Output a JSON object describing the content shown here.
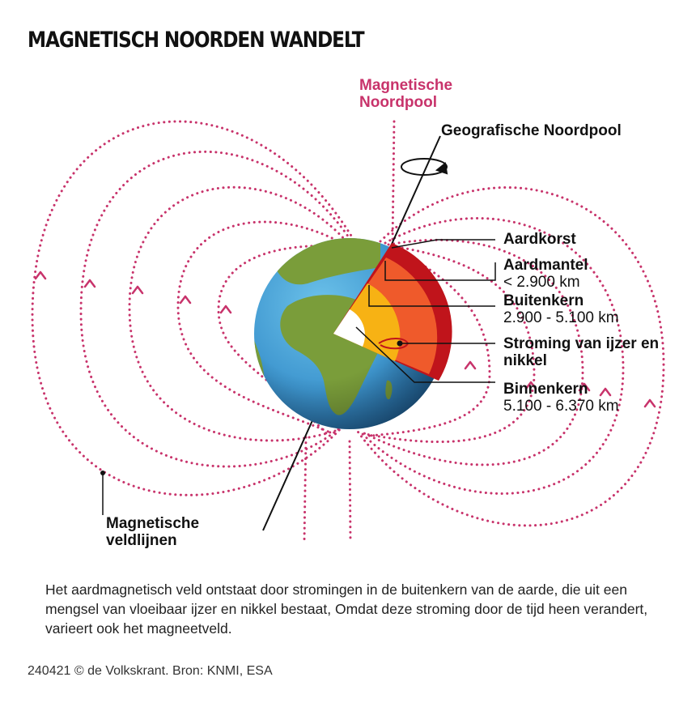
{
  "title": "MAGNETISCH NOORDEN WANDELT",
  "labels": {
    "magnetic_north": [
      "Magnetische",
      "Noordpool"
    ],
    "geographic_north": "Geografische Noordpool",
    "crust": "Aardkorst",
    "mantle": "Aardmantel",
    "mantle_depth": "< 2.900 km",
    "outer_core": "Buitenkern",
    "outer_core_depth": "2.900 - 5.100 km",
    "flow": [
      "Stroming van ijzer en",
      "nikkel"
    ],
    "inner_core": "Binnenkern",
    "inner_core_depth": "5.100 - 6.370 km",
    "field_lines": [
      "Magnetische",
      "veldlijnen"
    ]
  },
  "description": "Het aardmagnetisch veld ontstaat door stromingen in de buitenkern van de aarde, die uit een mengsel van vloeibaar ijzer en nikkel bestaat, Omdat deze stroming door de tijd heen verandert, varieert ook het magneetveld.",
  "credit": "240421 © de Volkskrant. Bron: KNMI, ESA",
  "colors": {
    "field_line": "#c8336b",
    "ocean": "#3e96cf",
    "land": "#7a9d3a",
    "crust": "#c0141b",
    "mantle": "#ef5a2b",
    "outer_core": "#f7b214",
    "inner_core": "#ffffff"
  }
}
